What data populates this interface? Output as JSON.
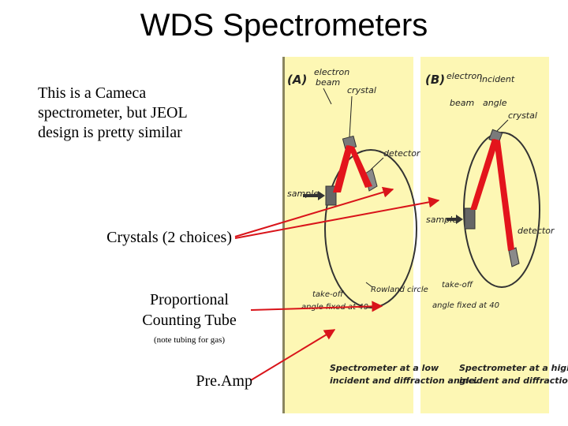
{
  "title": "WDS Spectrometers",
  "description": [
    "This is a Cameca",
    "spectrometer, but JEOL",
    "design is pretty similar"
  ],
  "labels": {
    "crystals": "Crystals (2 choices)",
    "proportional_line1": "Proportional",
    "proportional_line2": "Counting Tube",
    "tubing_note": "(note tubing for gas)",
    "preamp": "Pre.Amp"
  },
  "figure": {
    "panel_a": {
      "letter": "(A)",
      "electron_beam": [
        "electron",
        "beam"
      ],
      "crystal": "crystal",
      "detector": "detector",
      "sample": "sample",
      "rowland_circle": "Rowland circle",
      "take_off": [
        "take-off",
        "angle fixed at 40"
      ],
      "caption": [
        "Spectrometer at a low",
        "incident and diffraction angle."
      ]
    },
    "panel_b": {
      "letter": "(B)",
      "electron_beam": [
        "electron",
        "beam"
      ],
      "incident_angle": [
        "incident",
        "angle"
      ],
      "crystal": "crystal",
      "sample": "sample",
      "detector": "detector",
      "take_off": [
        "take-off",
        "angle fixed at 40"
      ],
      "caption": [
        "Spectrometer at a high",
        "incident and diffraction angle."
      ]
    }
  },
  "colors": {
    "background_panel": "#fdf7b4",
    "arrow": "#d9141a",
    "beam_ray": "#e3141c",
    "crystal": "#7a7a7a"
  }
}
